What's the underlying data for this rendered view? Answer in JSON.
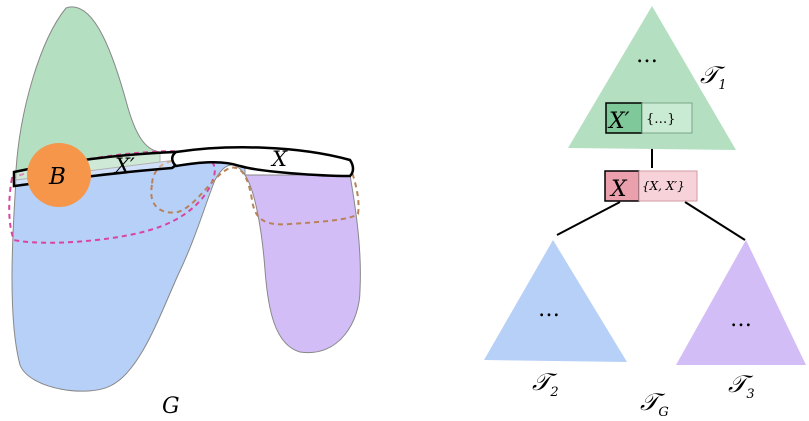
{
  "graph": {
    "label": "G",
    "ball_label": "B",
    "bag_x_prime_label": "X′",
    "bag_x_label": "X"
  },
  "tree": {
    "label_main": "𝒯",
    "label_sub": "G",
    "t1": {
      "label": "𝒯",
      "sub": "1",
      "ellipsis": "…"
    },
    "t2": {
      "label": "𝒯",
      "sub": "2",
      "ellipsis": "…"
    },
    "t3": {
      "label": "𝒯",
      "sub": "3",
      "ellipsis": "…"
    },
    "node_x_prime": {
      "label": "X′",
      "annotation": "{…}"
    },
    "node_x": {
      "label": "X",
      "annotation": "{X, X′}"
    }
  },
  "colors": {
    "green": "#b4dfc1",
    "blue": "#b7d0f7",
    "purple": "#d3bdf7",
    "orange": "#f5964a",
    "magenta_dash": "#d9449e",
    "brown_dash": "#b8835a",
    "red_node": "#eaa0ad",
    "red_node_light": "#f7d2d8",
    "green_node_dark": "#7ec89a"
  }
}
